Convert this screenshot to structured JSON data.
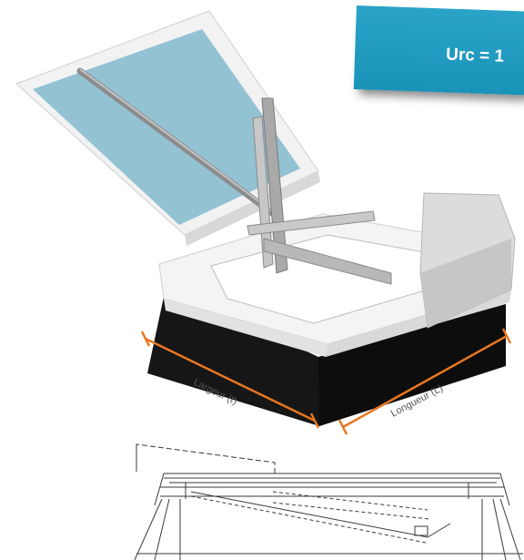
{
  "badge": {
    "text": "Urc = 1"
  },
  "dimensions": {
    "width_label": "Largeur (ℓ)",
    "length_label": "Longueur (L)"
  },
  "colors": {
    "badge": "#1a93b9",
    "glass": "#93c2d3",
    "dimension_line": "#e87722",
    "base": "#151515"
  }
}
